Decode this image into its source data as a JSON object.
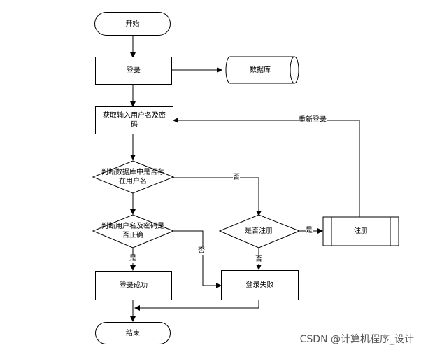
{
  "nodes": {
    "start": "开始",
    "login": "登录",
    "database": "数据库",
    "get_input": "获取输入用户名及密码",
    "check_exists": "判断数据库中是否存在用户名",
    "check_correct": "判断用户名及密码是否正确",
    "is_register": "是否注册",
    "register": "注册",
    "login_success": "登录成功",
    "login_fail": "登录失败",
    "end": "结束"
  },
  "edges": {
    "re_login": "重新登录",
    "no_1": "否",
    "no_2": "否",
    "no_3": "否",
    "yes_1": "是",
    "yes_2": "是"
  },
  "watermark": "CSDN @计算机程序_设计"
}
